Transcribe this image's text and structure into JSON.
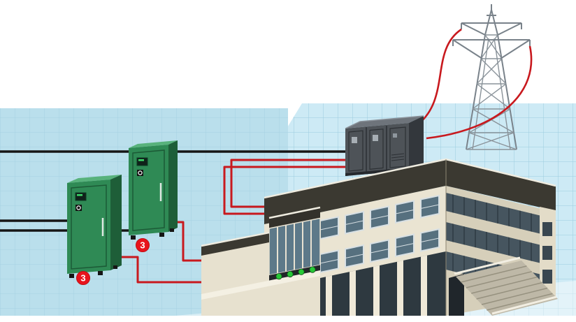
{
  "scene": {
    "name": "standby-power-system-diagram",
    "figure_type": "isometric-system-illustration",
    "background": {
      "sky": "#ffffff",
      "floor_left": "#badfec",
      "floor_right": "#cdeaf5",
      "grid_line": "#8fc4d8"
    },
    "palette": {
      "cable_red": "#c8191e",
      "cable_black": "#161616",
      "generator_green": "#2f8a55",
      "generator_green_dark": "#1e5e38",
      "generator_green_top": "#58b27c",
      "switchgear_front": "#4e5358",
      "switchgear_side": "#33373c",
      "switchgear_top": "#6e747b",
      "tower_gray": "#79828a",
      "building_cream": "#eae4d2",
      "building_cream_shaded": "#d6cfba",
      "building_dark_band": "#3b3931",
      "window_glass": "#56707f",
      "lamp_green": "#27c837",
      "badge_red": "#e8131c"
    },
    "components": {
      "transmission_tower": "transmission-tower",
      "utility_lines": "utility-power-lines",
      "switchgear": "utility-switchgear-cabinet",
      "generator_rear": "generator-cabinet-rear",
      "generator_front": "generator-cabinet-front",
      "building": "commercial-building",
      "cables": "site-power-cabling"
    },
    "badges": [
      {
        "label": "3"
      },
      {
        "label": "3"
      }
    ]
  }
}
